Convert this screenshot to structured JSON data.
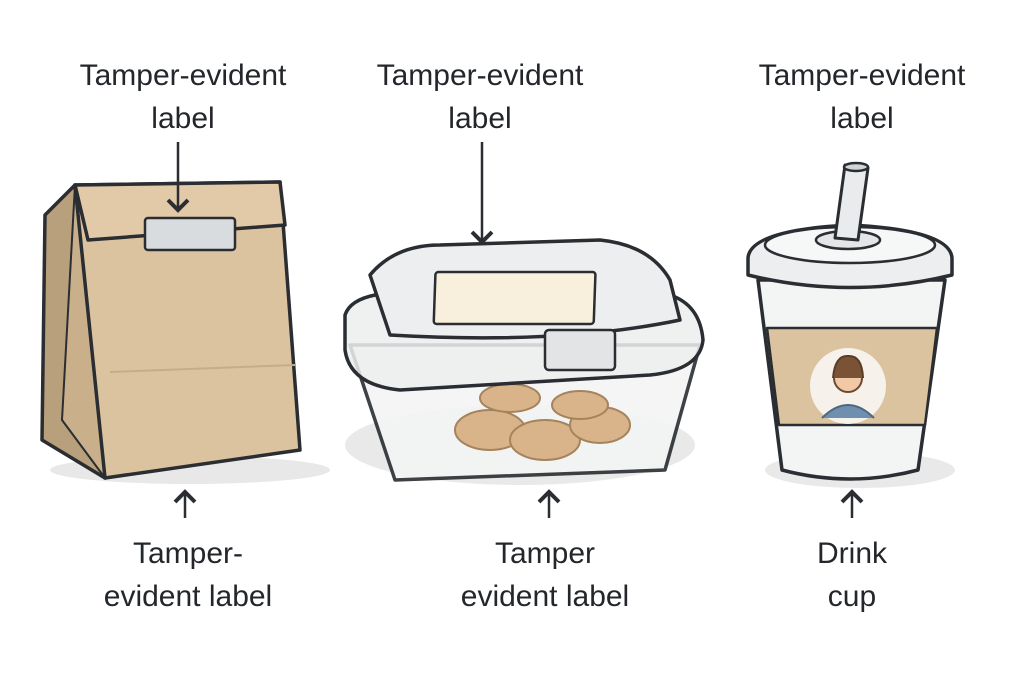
{
  "items": [
    {
      "name": "paper-bag",
      "top_label": [
        "Tamper-evident",
        "label"
      ],
      "bottom_label": [
        "Tamper-",
        "evident label"
      ]
    },
    {
      "name": "clamshell-container",
      "top_label": [
        "Tamper-evident",
        "label"
      ],
      "bottom_label": [
        "Tamper",
        "evident label"
      ]
    },
    {
      "name": "drink-cup",
      "top_label": [
        "Tamper-evident",
        "label"
      ],
      "bottom_label": [
        "Drink",
        "cup"
      ]
    }
  ],
  "colors": {
    "kraft": "#dcc3a0",
    "kraft_dark": "#b9a07c",
    "outline": "#2a2d31",
    "label": "#d9dcdf",
    "lid": "#eceeef",
    "sticker": "#f8f0dc"
  }
}
